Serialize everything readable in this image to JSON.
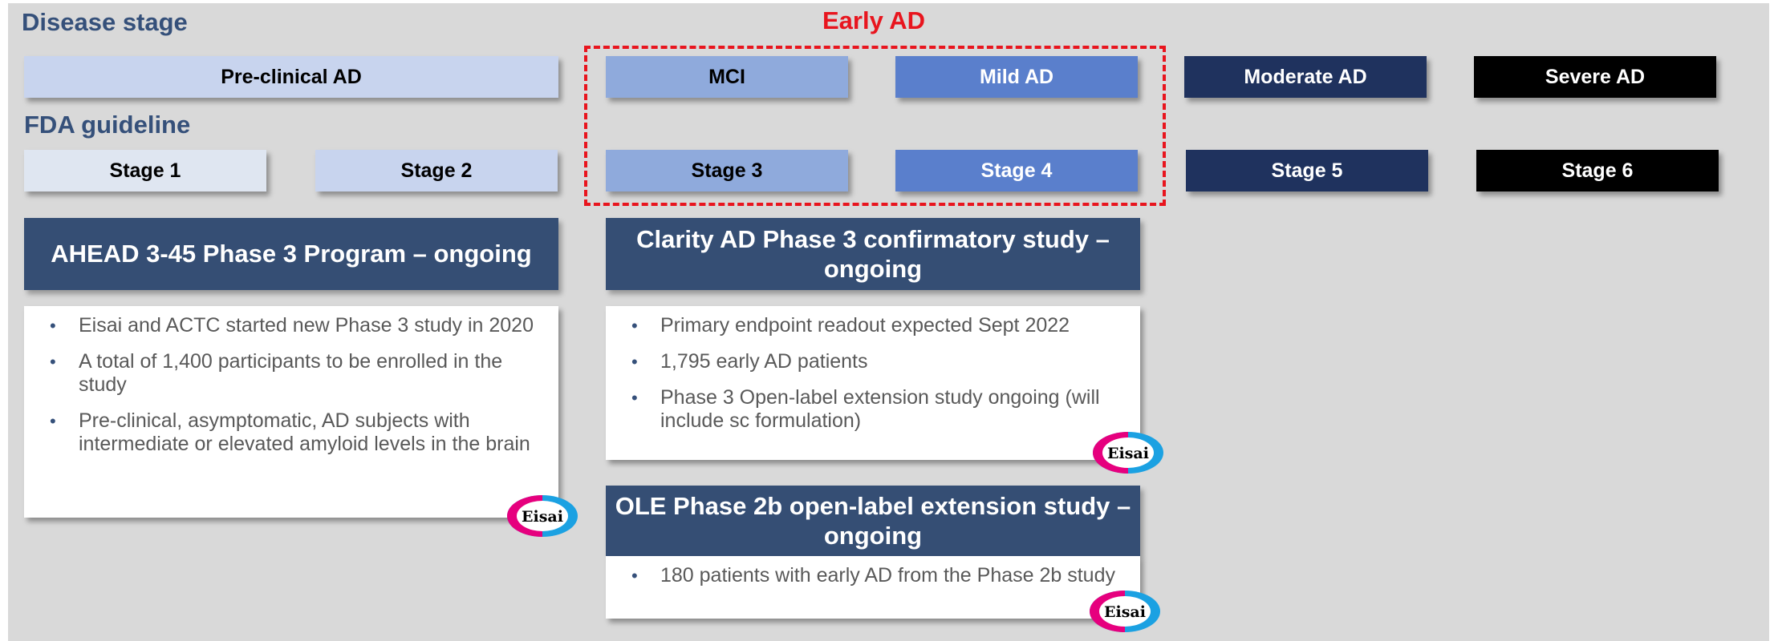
{
  "labels": {
    "disease_stage": "Disease stage",
    "fda_guideline": "FDA guideline",
    "early_ad": "Early AD"
  },
  "disease_stages": [
    "Pre-clinical AD",
    "MCI",
    "Mild AD",
    "Moderate AD",
    "Severe AD"
  ],
  "fda_stages": [
    "Stage 1",
    "Stage 2",
    "Stage 3",
    "Stage 4",
    "Stage 5",
    "Stage 6"
  ],
  "studies": {
    "ahead": {
      "title": "AHEAD 3-45 Phase 3 Program – ongoing",
      "bullets": [
        "Eisai and ACTC started new Phase 3 study in 2020",
        "A total of 1,400 participants to be enrolled in the study",
        "Pre-clinical, asymptomatic, AD subjects with intermediate or elevated amyloid levels in the brain"
      ]
    },
    "clarity": {
      "title": "Clarity AD Phase 3 confirmatory study – ongoing",
      "bullets": [
        "Primary endpoint readout expected Sept 2022",
        "1,795 early AD patients",
        "Phase 3 Open-label extension study ongoing (will include sc formulation)"
      ]
    },
    "ole": {
      "title": "OLE Phase 2b open-label extension study – ongoing",
      "bullets": [
        "180 patients with early AD from the Phase 2b study"
      ]
    }
  },
  "logo_text": "Eisai",
  "bullet_glyph": "•",
  "colors": {
    "label_blue": "#35507a",
    "early_red": "#e8151e",
    "header_navy": "#354e74",
    "logo_magenta": "#e6007e",
    "logo_cyan": "#1ba1e2"
  }
}
